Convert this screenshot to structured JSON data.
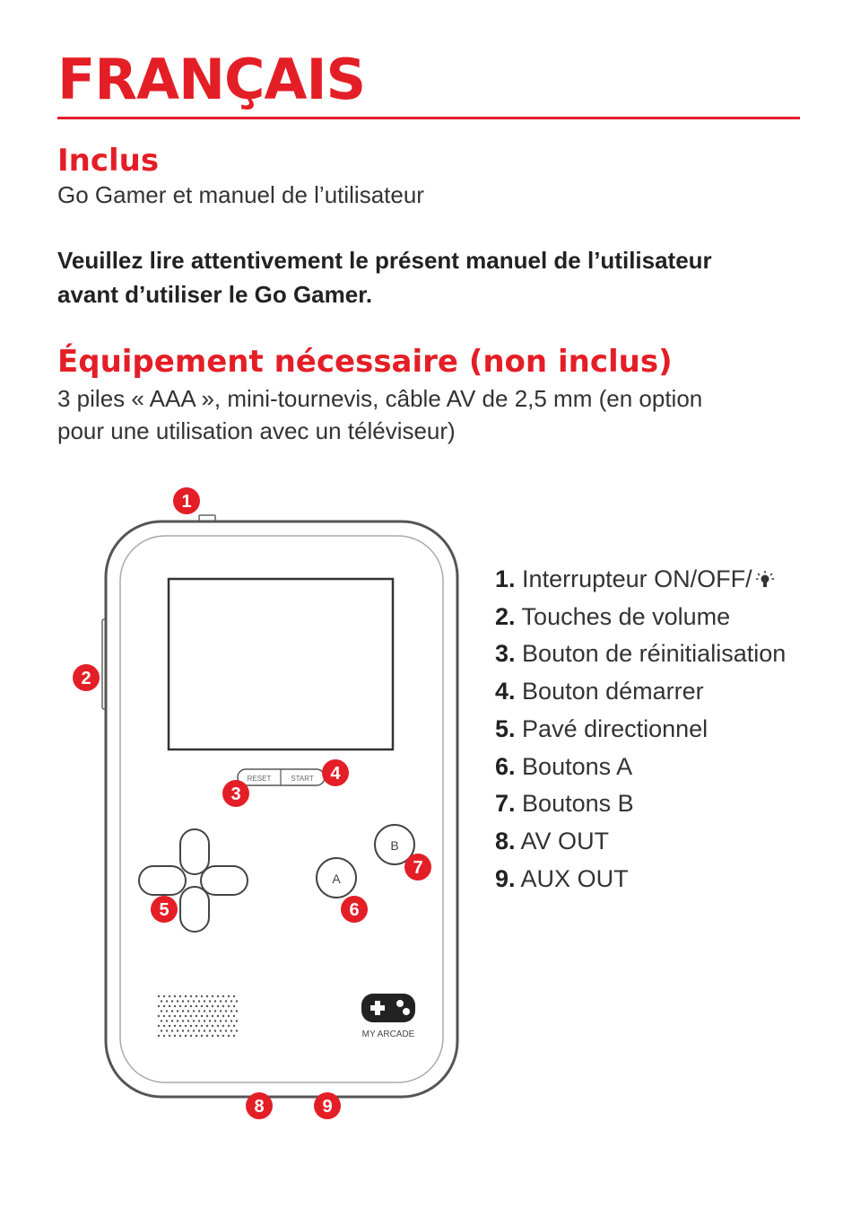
{
  "page": {
    "title": "FRANÇAIS",
    "included": {
      "heading": "Inclus",
      "text": "Go Gamer et manuel de l’utilisateur"
    },
    "notice": {
      "line1": "Veuillez lire attentivement le présent manuel de l’utilisateur",
      "line2": "avant d’utiliser le Go Gamer."
    },
    "equipment": {
      "heading": "Équipement nécessaire (non inclus)",
      "line1": "3 piles « AAA », mini-tournevis, câble AV de 2,5 mm (en option",
      "line2": "pour une utilisation avec un téléviseur)"
    }
  },
  "device": {
    "reset_label": "RESET",
    "start_label": "START",
    "button_a": "A",
    "button_b": "B",
    "brand": "MY ARCADE",
    "callouts": [
      "1",
      "2",
      "3",
      "4",
      "5",
      "6",
      "7",
      "8",
      "9"
    ],
    "callout_color": "#e41e26"
  },
  "legend": [
    {
      "num": "1.",
      "label": "Interrupteur ON/OFF/"
    },
    {
      "num": "2.",
      "label": "Touches de volume"
    },
    {
      "num": "3.",
      "label": "Bouton de réinitialisation"
    },
    {
      "num": "4.",
      "label": "Bouton démarrer"
    },
    {
      "num": "5.",
      "label": "Pavé directionnel"
    },
    {
      "num": "6.",
      "label": "Boutons A"
    },
    {
      "num": "7.",
      "label": "Boutons B"
    },
    {
      "num": "8.",
      "label": "AV OUT"
    },
    {
      "num": "9.",
      "label": "AUX OUT"
    }
  ],
  "legend_icon": "light-bulb-icon"
}
